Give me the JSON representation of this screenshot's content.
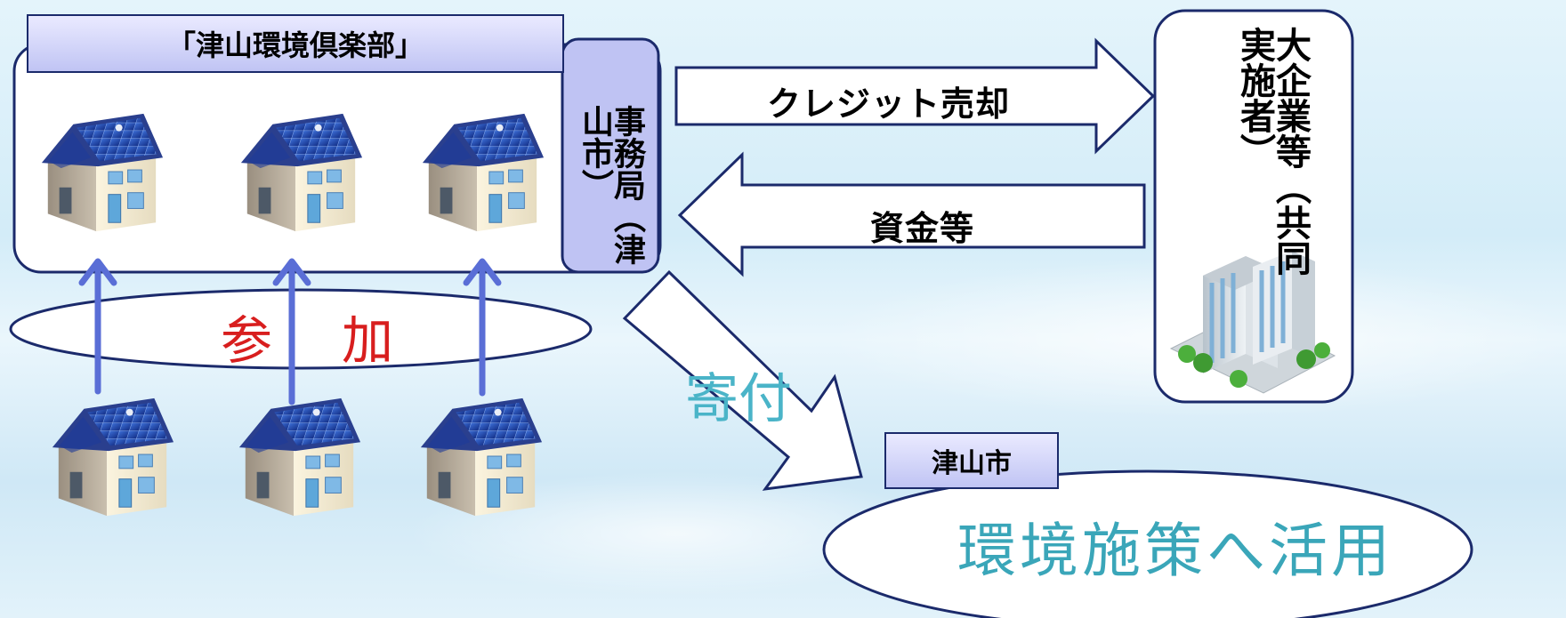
{
  "club": {
    "title": "「津山環境倶楽部」"
  },
  "secretariat": {
    "label": "事務局（津山市）"
  },
  "enterprise": {
    "label": "大企業等（共同実施者）"
  },
  "arrows": {
    "credit_sale": "クレジット売却",
    "funds": "資金等",
    "donation": "寄付"
  },
  "participation": {
    "label": "参加"
  },
  "city": {
    "label": "津山市",
    "use": "環境施策へ活用"
  },
  "icons": {
    "house": "solar-house-icon",
    "building": "office-building-icon"
  },
  "colors": {
    "frame": "#1b2a6b",
    "label_fill": "#c0c4f4",
    "up_arrow": "#5a6ed6",
    "sanka": "#d81e1e",
    "kifu": "#4ab4c8"
  }
}
